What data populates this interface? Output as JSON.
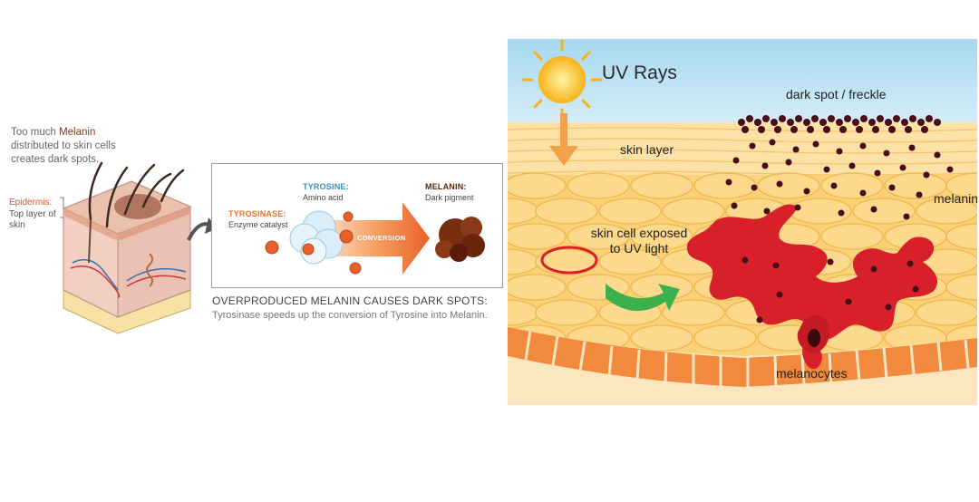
{
  "left_figure": {
    "intro_prefix": "Too much ",
    "intro_highlight": "Melanin",
    "intro_rest": "distributed to skin cells creates dark spots.",
    "epidermis_label": "Epidermis:",
    "epidermis_sub": "Top layer of skin"
  },
  "process": {
    "tyrosinase_title": "TYROSINASE:",
    "tyrosinase_sub": "Enzyme catalyst",
    "tyrosine_title": "TYROSINE:",
    "tyrosine_sub": "Amino acid",
    "melanin_title": "MELANIN:",
    "melanin_sub": "Dark pigment",
    "arrow_label": "CONVERSION"
  },
  "caption": {
    "title": "OVERPRODUCED MELANIN CAUSES DARK SPOTS:",
    "subtitle": "Tyrosinase speeds up the conversion of Tyrosine into Melanin."
  },
  "right_figure": {
    "uv_label": "UV Rays",
    "dark_spot_label": "dark spot / freckle",
    "skin_layer_label": "skin layer",
    "melanin_label": "melanin",
    "exposed_label_line1": "skin cell exposed",
    "exposed_label_line2": "to UV light",
    "melanocytes_label": "melanocytes"
  },
  "colors": {
    "tyrosinase": "#e8702a",
    "tyrosine": "#3a8fb5",
    "melanin_text": "#5a2a10",
    "sky": "#bfe3f3",
    "skin": "#fbd98a",
    "cell_border": "#f0c060",
    "melanocyte": "#d8202a",
    "melanin_dot": "#4a0c18",
    "basal": "#f08a3a"
  }
}
